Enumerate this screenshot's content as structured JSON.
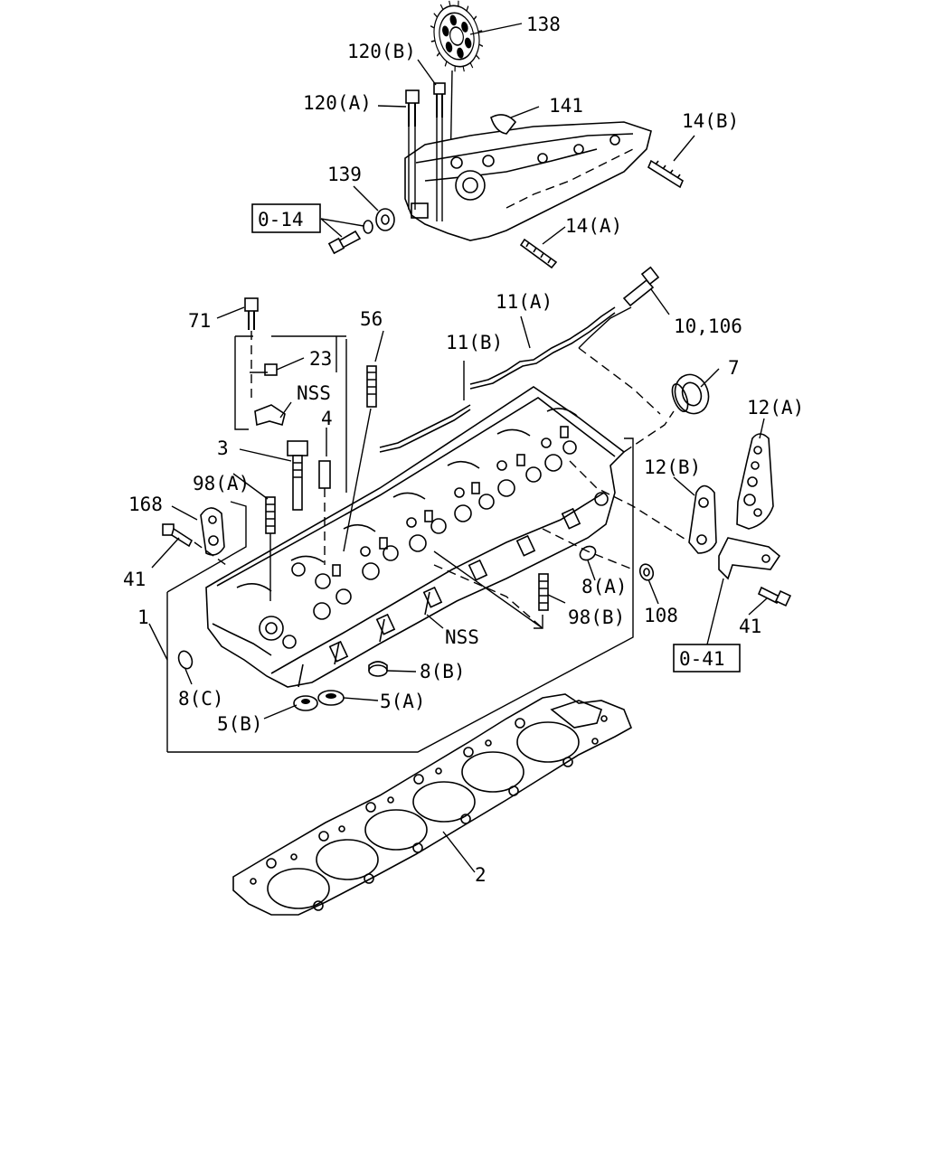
{
  "labels": {
    "p138": "138",
    "p120b": "120(B)",
    "p120a": "120(A)",
    "p141": "141",
    "p14b": "14(B)",
    "p139": "139",
    "ref014": "0-14",
    "p14a": "14(A)",
    "p71": "71",
    "p56": "56",
    "p11a": "11(A)",
    "p11b": "11(B)",
    "p10_106": "10,106",
    "p23": "23",
    "nss_top": "NSS",
    "p7": "7",
    "p4": "4",
    "p12a": "12(A)",
    "p3": "3",
    "p98a": "98(A)",
    "p12b": "12(B)",
    "p168": "168",
    "p41_left": "41",
    "p8a": "8(A)",
    "p108": "108",
    "p98b": "98(B)",
    "p1": "1",
    "nss_bottom": "NSS",
    "p41_right": "41",
    "ref041": "0-41",
    "p8b": "8(B)",
    "p8c": "8(C)",
    "p5a": "5(A)",
    "p5b": "5(B)",
    "p2": "2"
  }
}
